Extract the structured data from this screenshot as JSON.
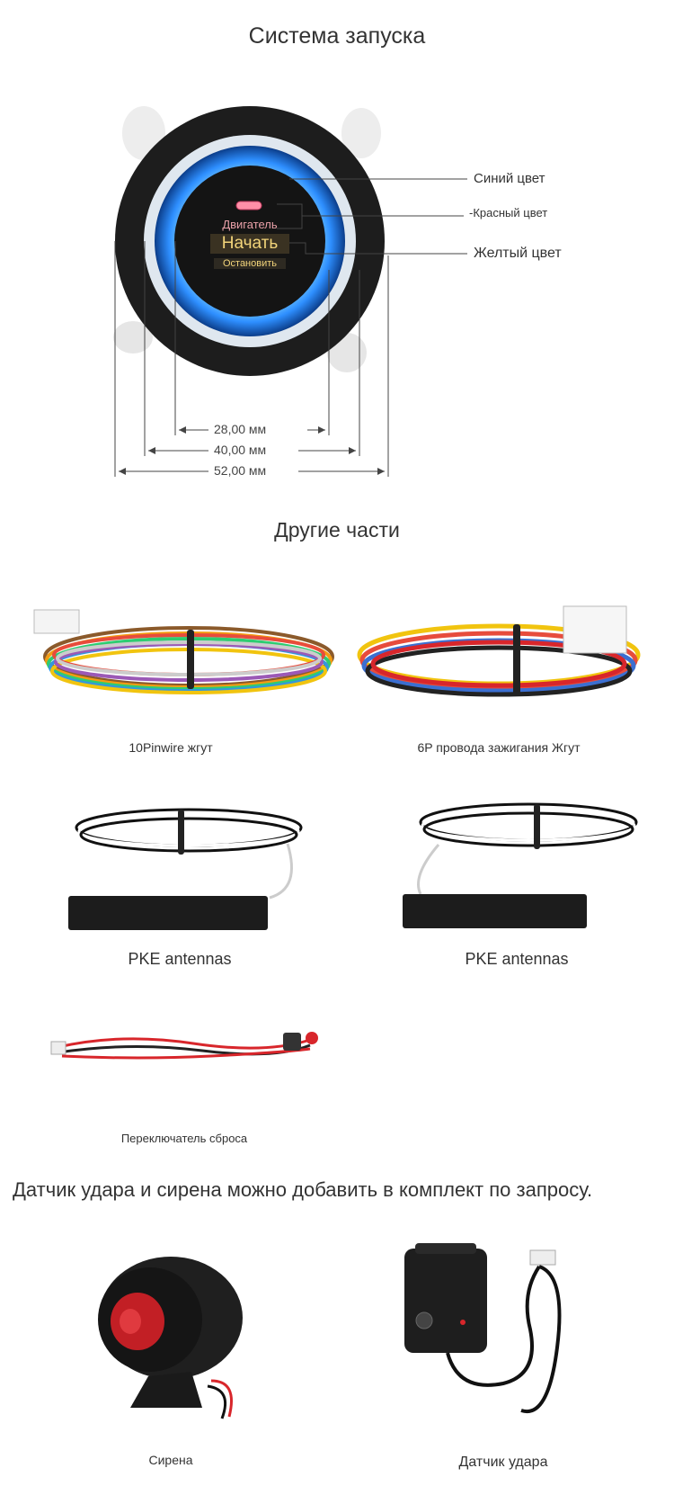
{
  "section1": {
    "title": "Система запуска",
    "button": {
      "line1": "Двигатель",
      "line2": "Начать",
      "line3": "Остановить"
    },
    "callouts": [
      "Синий цвет",
      "-Красный цвет",
      "Желтый цвет"
    ],
    "dimensions": [
      "28,00 мм",
      "40,00 мм",
      "52,00 мм"
    ]
  },
  "section2": {
    "title": "Другие части",
    "parts": [
      {
        "caption": "10Pinwire жгут"
      },
      {
        "caption": "6P провода зажигания Жгут"
      },
      {
        "caption": "PKE antennas"
      },
      {
        "caption": "PKE antennas"
      },
      {
        "caption": "Переключатель сброса"
      }
    ]
  },
  "section3": {
    "note": "Датчик удара и сирена можно добавить в комплект по запросу.",
    "items": [
      {
        "caption": "Сирена"
      },
      {
        "caption": "Датчик удара"
      }
    ]
  },
  "colors": {
    "blue_ring": "#2e8fff",
    "red_wire": "#d8262b",
    "yellow_text": "#f2d47a"
  }
}
